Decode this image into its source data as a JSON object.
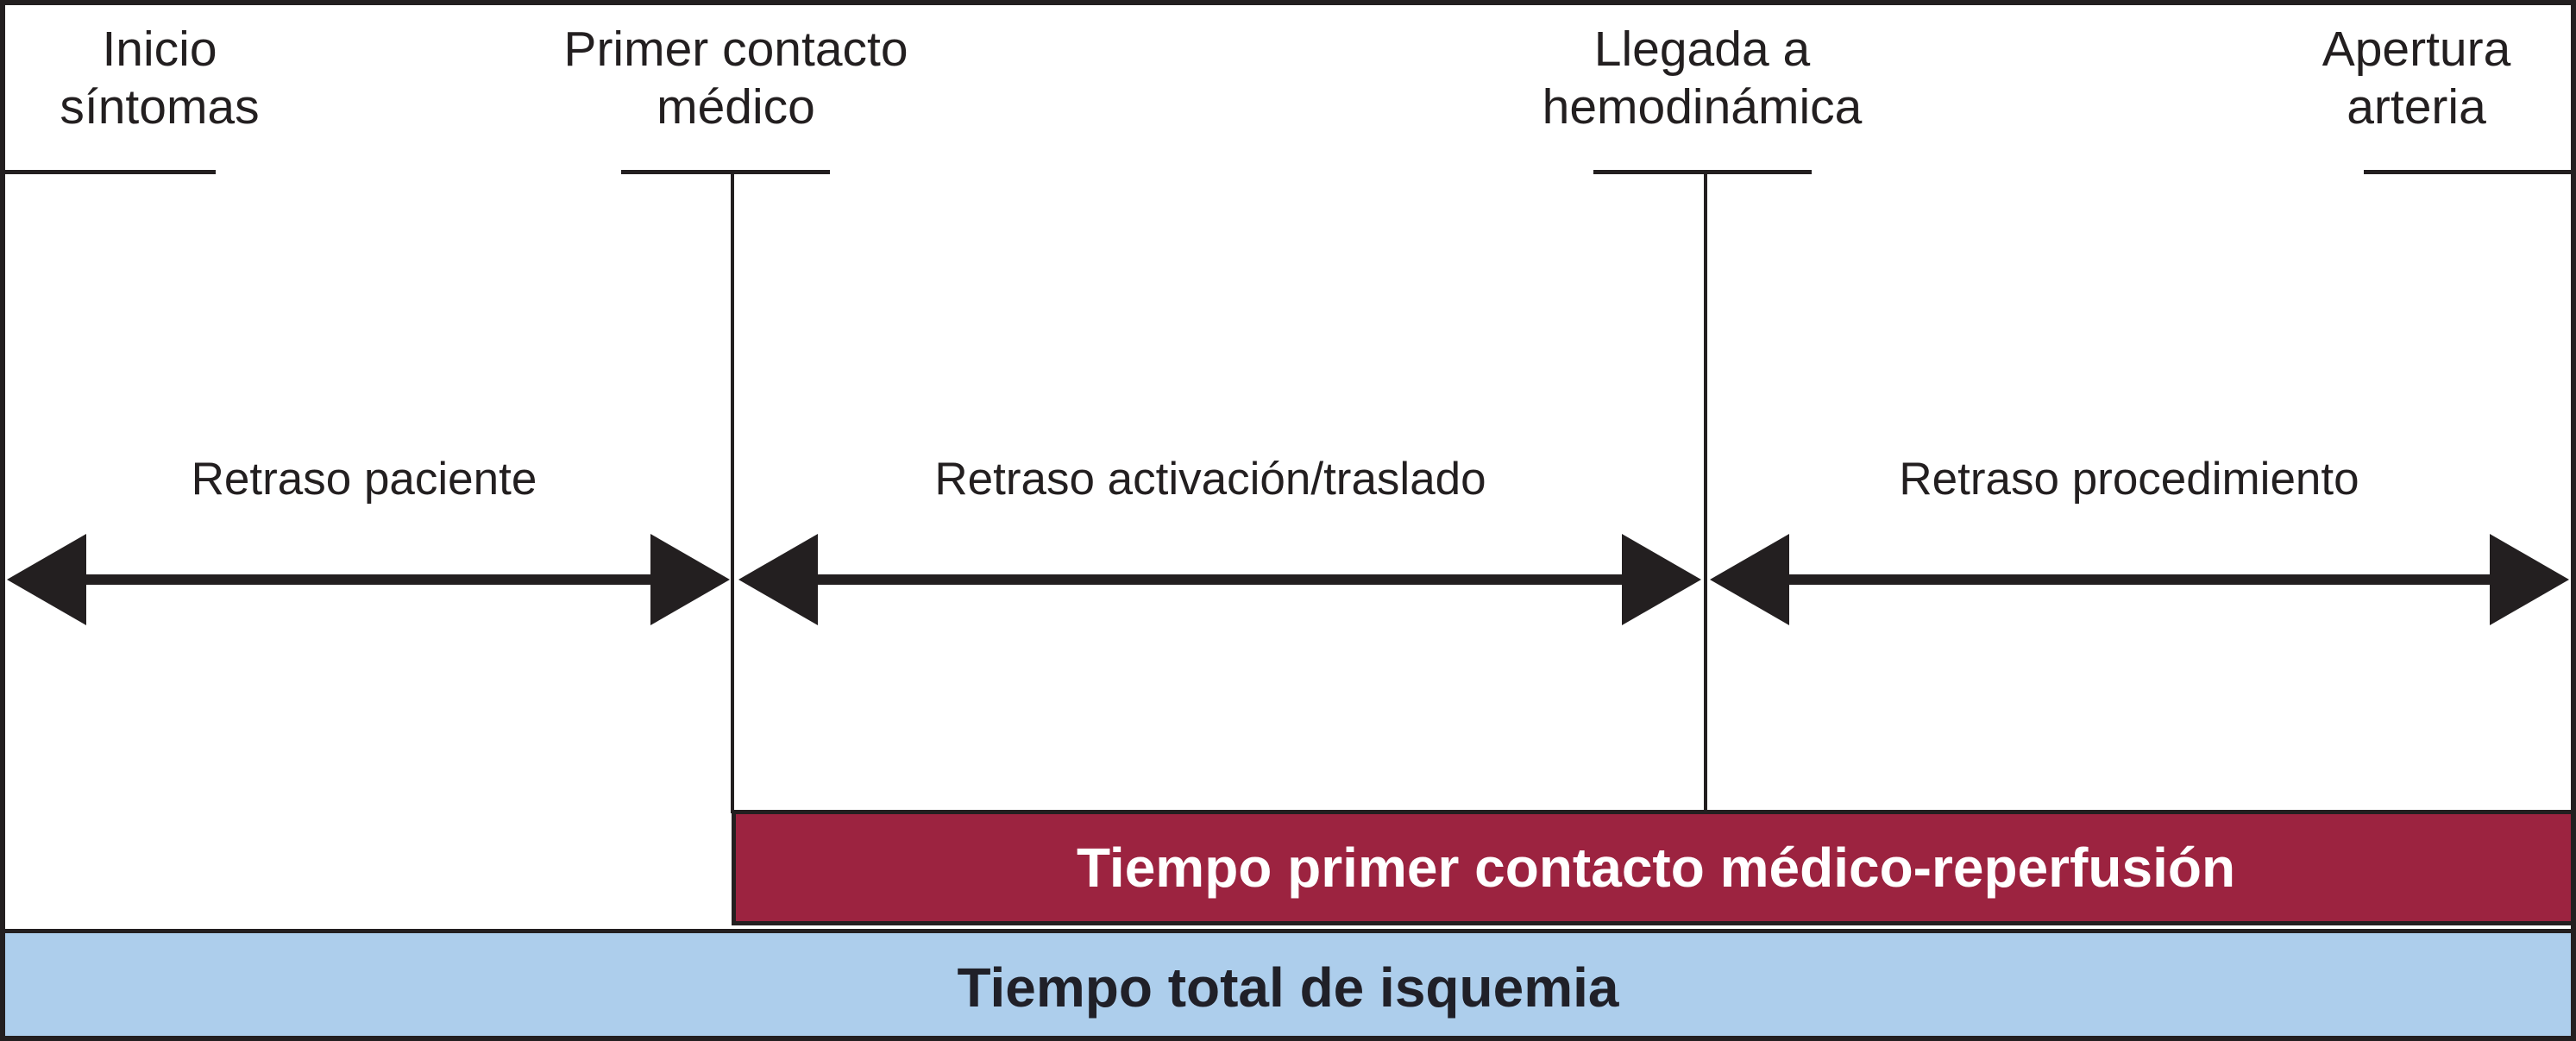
{
  "palette": {
    "ink": "#231f20",
    "red_bar": "#9C2340",
    "red_bar_text": "#ffffff",
    "blue_bar": "#ADCEEC",
    "blue_bar_text": "#202028"
  },
  "milestones": [
    {
      "line1": "Inicio",
      "line2": "síntomas"
    },
    {
      "line1": "Primer contacto",
      "line2": "médico"
    },
    {
      "line1": "Llegada a",
      "line2": "hemodinámica"
    },
    {
      "line1": "Apertura",
      "line2": "arteria"
    }
  ],
  "delays": [
    {
      "label": "Retraso paciente"
    },
    {
      "label": "Retraso activación/traslado"
    },
    {
      "label": "Retraso procedimiento"
    }
  ],
  "bars": {
    "pcm_reperfusion": {
      "label": "Tiempo primer contacto médico-reperfusión"
    },
    "total_ischemia": {
      "label": "Tiempo total de isquemia"
    }
  }
}
